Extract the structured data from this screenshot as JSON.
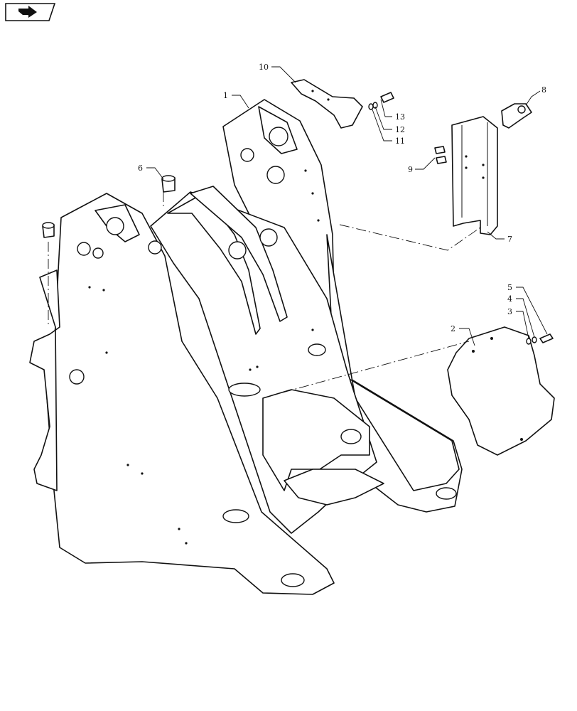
{
  "nav": {
    "icon": "next-page-arrow-icon"
  },
  "callouts": [
    {
      "id": "c1",
      "label": "1"
    },
    {
      "id": "c2",
      "label": "2"
    },
    {
      "id": "c3",
      "label": "3"
    },
    {
      "id": "c4",
      "label": "4"
    },
    {
      "id": "c5",
      "label": "5"
    },
    {
      "id": "c6",
      "label": "6"
    },
    {
      "id": "c7",
      "label": "7"
    },
    {
      "id": "c8",
      "label": "8"
    },
    {
      "id": "c9",
      "label": "9"
    },
    {
      "id": "c10",
      "label": "10"
    },
    {
      "id": "c11",
      "label": "11"
    },
    {
      "id": "c12",
      "label": "12"
    },
    {
      "id": "c13",
      "label": "13"
    }
  ]
}
